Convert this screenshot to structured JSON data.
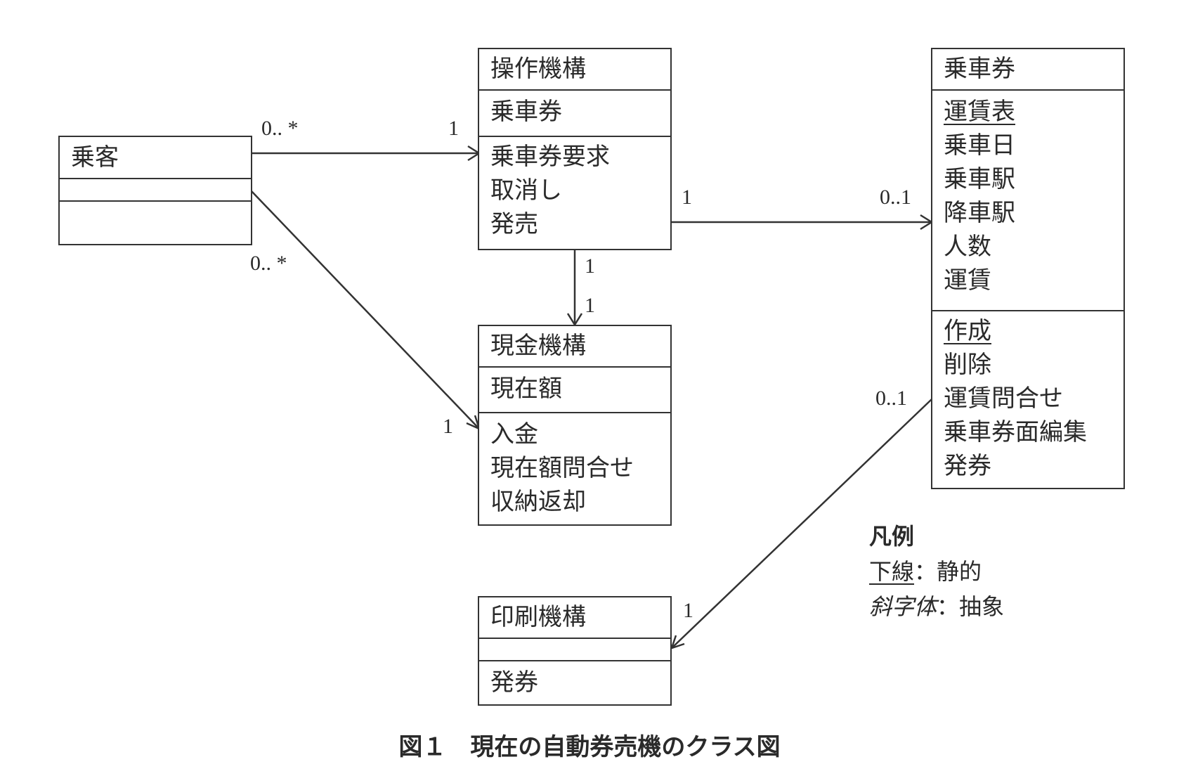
{
  "classes": {
    "passenger": {
      "name": "乗客",
      "attributes": [],
      "operations": []
    },
    "operation_mechanism": {
      "name": "操作機構",
      "attributes": [
        "乗車券"
      ],
      "operations": [
        "乗車券要求",
        "取消し",
        "発売"
      ]
    },
    "ticket": {
      "name": "乗車券",
      "attributes": [
        "運賃表",
        "乗車日",
        "乗車駅",
        "降車駅",
        "人数",
        "運賃"
      ],
      "static_attributes": [
        "運賃表"
      ],
      "operations": [
        "作成",
        "削除",
        "運賃問合せ",
        "乗車券面編集",
        "発券"
      ],
      "static_operations": [
        "作成"
      ]
    },
    "cash_mechanism": {
      "name": "現金機構",
      "attributes": [
        "現在額"
      ],
      "operations": [
        "入金",
        "現在額問合せ",
        "収納返却"
      ]
    },
    "print_mechanism": {
      "name": "印刷機構",
      "attributes": [],
      "operations": [
        "発券"
      ]
    }
  },
  "associations": [
    {
      "from": "乗客",
      "to": "操作機構",
      "from_mult": "0.. *",
      "to_mult": "1",
      "navigable": "to"
    },
    {
      "from": "乗客",
      "to": "現金機構",
      "from_mult": "0.. *",
      "to_mult": "1",
      "navigable": "to"
    },
    {
      "from": "操作機構",
      "to": "乗車券",
      "from_mult": "1",
      "to_mult": "0..1",
      "navigable": "to"
    },
    {
      "from": "操作機構",
      "to": "現金機構",
      "from_mult": "1",
      "to_mult": "1",
      "navigable": "to"
    },
    {
      "from": "乗車券",
      "to": "印刷機構",
      "from_mult": "0..1",
      "to_mult": "1",
      "navigable": "to"
    }
  ],
  "legend": {
    "title": "凡例",
    "underline_term": "下線",
    "underline_meaning": "：静的",
    "italic_term": "斜字体",
    "italic_meaning": "：抽象"
  },
  "caption": "図１　現在の自動券売機のクラス図"
}
